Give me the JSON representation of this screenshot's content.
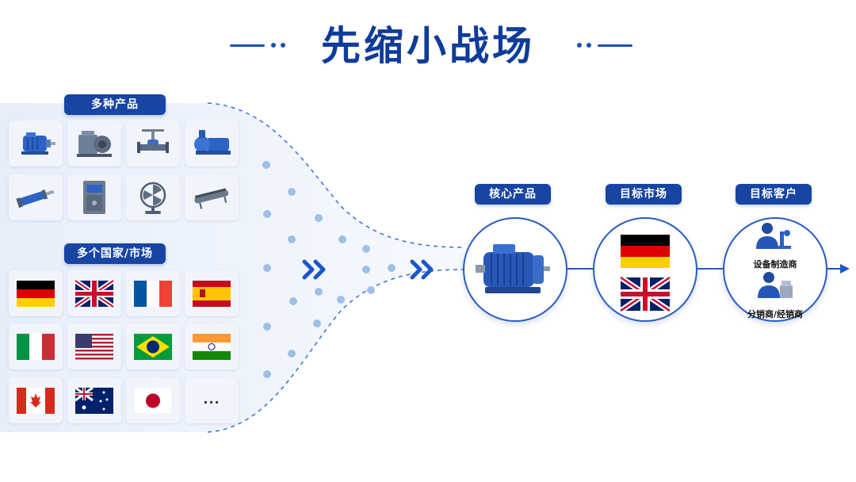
{
  "title": "先缩小战场",
  "left": {
    "products_label": "多种产品",
    "products": [
      "motor-icon",
      "gearbox-icon",
      "valve-icon",
      "pump-icon",
      "cylinder-icon",
      "inverter-icon",
      "fan-icon",
      "conveyor-icon"
    ],
    "markets_label": "多个国家/市场",
    "flags": [
      "germany-flag",
      "uk-flag",
      "france-flag",
      "spain-flag",
      "italy-flag",
      "usa-flag",
      "brazil-flag",
      "india-flag",
      "canada-flag",
      "australia-flag",
      "japan-flag"
    ],
    "more": "..."
  },
  "right": {
    "core_product_label": "核心产品",
    "target_market_label": "目标市场",
    "target_customer_label": "目标客户",
    "customers": [
      "设备制造商",
      "分销商/经销商"
    ],
    "target_market_flags": [
      "germany-flag",
      "uk-flag"
    ]
  },
  "colors": {
    "primary": "#1844a4",
    "accent": "#2a5cc0",
    "dot": "#9fbfe6"
  }
}
